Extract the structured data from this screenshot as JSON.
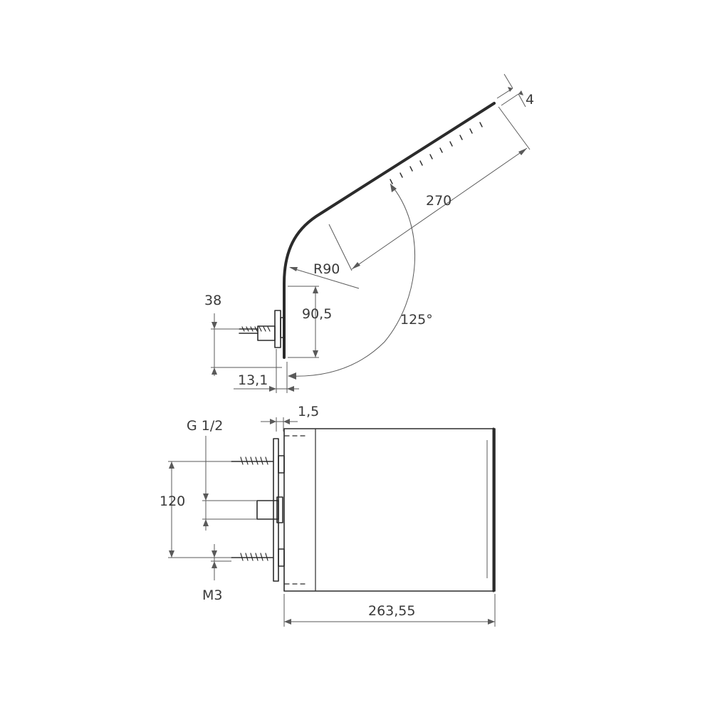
{
  "side_view": {
    "thickness": "4",
    "length": "270",
    "radius": "R90",
    "angle": "125°",
    "depth": "38",
    "height": "90,5",
    "offset": "13,1"
  },
  "front_view": {
    "plate_thickness": "1,5",
    "thread": "G 1/2",
    "spacing": "120",
    "screw": "M3",
    "width": "263,55"
  }
}
